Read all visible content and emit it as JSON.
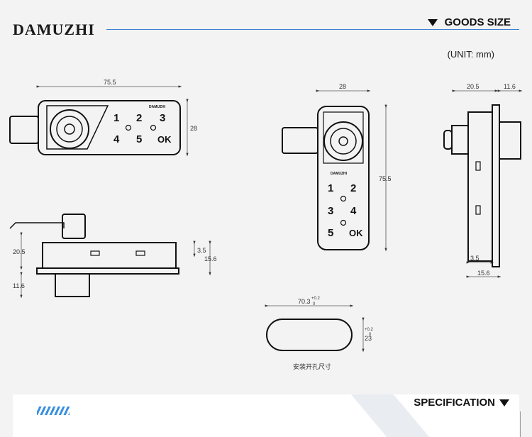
{
  "header": {
    "brand": "DAMUZHI",
    "goods_size": "GOODS SIZE",
    "unit": "(UNIT: mm)"
  },
  "front_view": {
    "width": "75.5",
    "height": "28",
    "keys": [
      "1",
      "2",
      "3",
      "4",
      "5",
      "OK"
    ],
    "brand_mark": "DAMUZHI"
  },
  "vertical_view": {
    "width": "28",
    "height": "75.5",
    "keys": [
      "1",
      "2",
      "3",
      "4",
      "5",
      "OK"
    ],
    "brand_mark": "DAMUZHI"
  },
  "side_view": {
    "top_a": "20.5",
    "top_b": "11.6",
    "bottom_a": "3.5",
    "bottom_b": "15.6"
  },
  "bottom_view": {
    "left_upper": "20.5",
    "left_lower": "11.6",
    "right_a": "3.5",
    "right_b": "15.6"
  },
  "cutout": {
    "width": "70.3",
    "width_tol": "+0.2",
    "width_tol_lo": "0",
    "height": "23",
    "height_tol": "+0.2",
    "height_tol_lo": "0",
    "caption": "安装开孔尺寸"
  },
  "footer": {
    "specification": "SPECIFICATION"
  },
  "colors": {
    "accent": "#3a8fe0",
    "line": "#3a7bd5"
  }
}
